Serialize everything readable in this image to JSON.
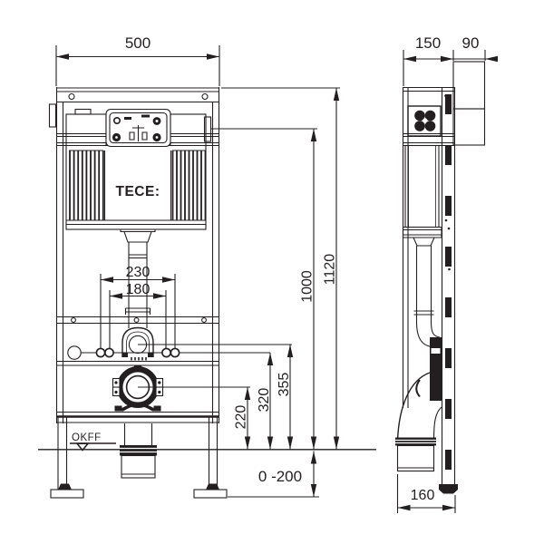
{
  "colors": {
    "ink": "#231f20",
    "paper": "#ffffff"
  },
  "drawing": {
    "brand": "TECE:",
    "floor_label": "OKFF",
    "front": {
      "width": "500",
      "total_height": "1120",
      "panel_height": "1000",
      "fixing_outer": "230",
      "fixing_inner": "180",
      "flush_bend_height": "355",
      "fixing_row_height": "320",
      "outlet_height": "220",
      "foot_range": "0 -200"
    },
    "side": {
      "frame_depth": "150",
      "front_zone": "90",
      "outlet_offset": "160"
    }
  }
}
